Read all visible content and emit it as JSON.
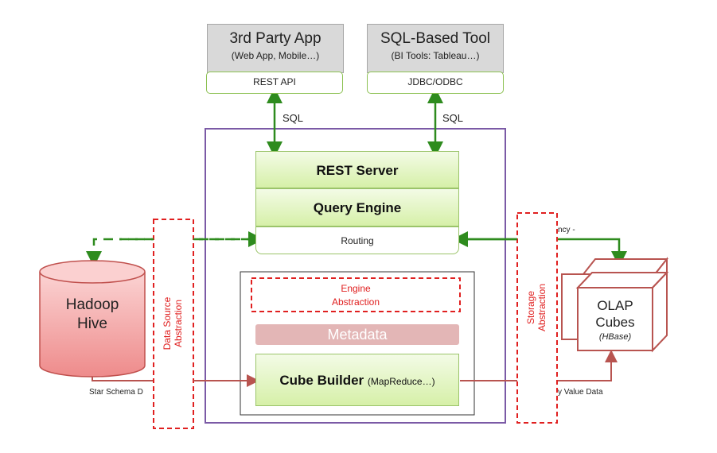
{
  "top_left": {
    "title": "3rd Party App",
    "subtitle": "(Web App, Mobile…)",
    "api": "REST API"
  },
  "top_right": {
    "title": "SQL-Based Tool",
    "subtitle": "(BI Tools: Tableau…)",
    "api": "JDBC/ODBC"
  },
  "sql_left": "SQL",
  "sql_right": "SQL",
  "rest_server": "REST Server",
  "query_engine": "Query Engine",
  "routing": "Routing",
  "engine_abstraction": {
    "line1": "Engine",
    "line2": "Abstraction"
  },
  "metadata": "Metadata",
  "cube_builder": {
    "main": "Cube Builder",
    "sub": "(MapReduce…)"
  },
  "hadoop": {
    "line1": "Hadoop",
    "line2": "Hive"
  },
  "data_source_abstraction": {
    "line1": "Data Source",
    "line2": "Abstraction"
  },
  "storage_abstraction": {
    "line1": "Storage",
    "line2": "Abstraction"
  },
  "olap": {
    "line1": "OLAP",
    "line2": "Cubes",
    "line3": "(HBase)"
  },
  "labels": {
    "star_schema": "Star Schema D",
    "key_value": "y Value Data",
    "latency": "ncy -"
  },
  "colors": {
    "green_arrow": "#2e8b1e",
    "red_arrow": "#b85450",
    "dashed_red": "#e02020",
    "purple_frame": "#7b5aa6",
    "green_box": "#d6f0a8",
    "hadoop_pink": "#f4a5a5"
  }
}
